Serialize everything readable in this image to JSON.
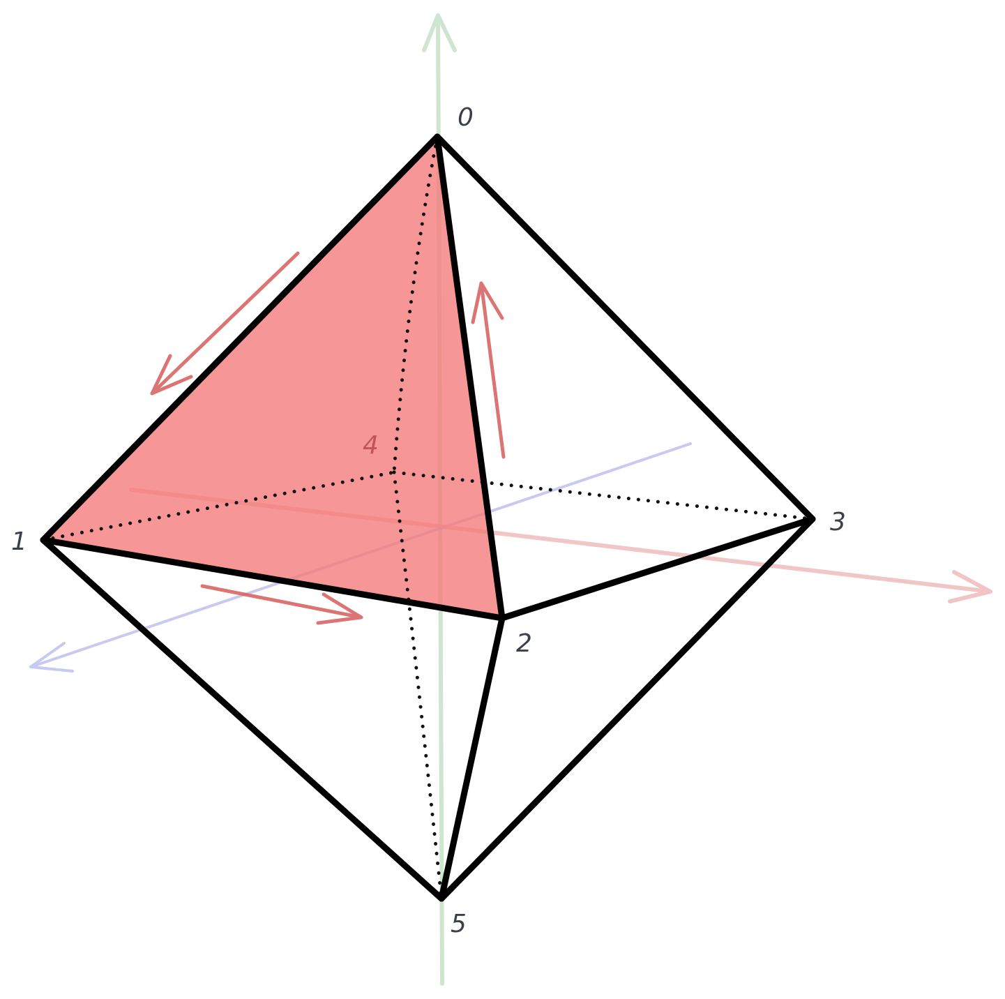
{
  "diagram": {
    "vertex_labels": {
      "v0": "0",
      "v1": "1",
      "v2": "2",
      "v3": "3",
      "v4": "4",
      "v5": "5"
    },
    "highlighted_face": [
      "0",
      "1",
      "2"
    ],
    "colors": {
      "edge": "#000000",
      "face_fill": "#f47c7c",
      "orientation_arrow": "#d65c5c",
      "x_axis": "#e8a0a0",
      "y_axis": "#a8d0a8",
      "z_axis": "#b0b4ea",
      "label": "#3b3f4a"
    }
  }
}
